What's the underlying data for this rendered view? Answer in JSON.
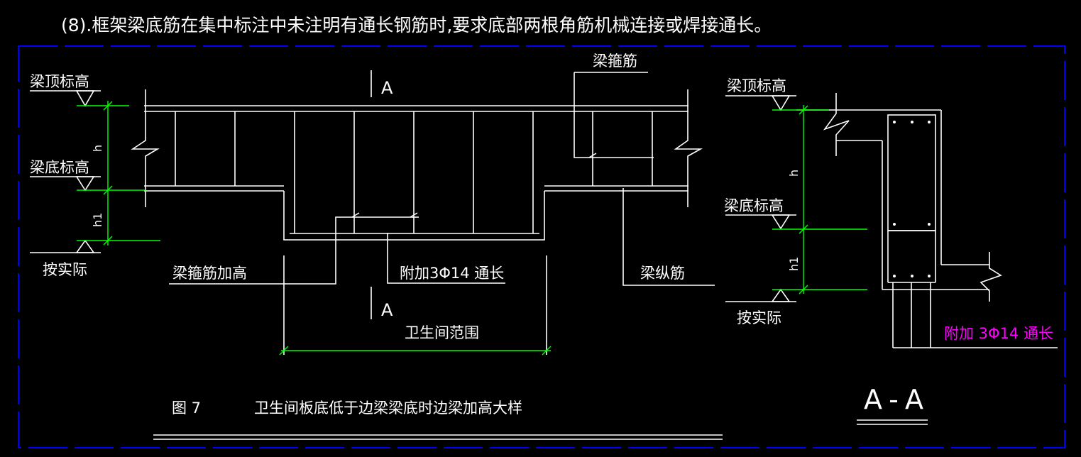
{
  "heading": "(8).框架梁底筋在集中标注中未注明有通长钢筋时,要求底部两根角筋机械连接或焊接通长。",
  "labels": {
    "beam_top_elev": "梁顶标高",
    "beam_bottom_elev": "梁底标高",
    "as_actual": "按实际",
    "stirrup": "梁箍筋",
    "stirrup_raise": "梁箍筋加高",
    "extra_bars": "附加3Φ14 通长",
    "long_bars": "梁纵筋",
    "bathroom_range": "卫生间范围",
    "section_mark": "A",
    "dim_h": "h",
    "dim_h1": "h1"
  },
  "section": {
    "beam_top_elev": "梁顶标高",
    "beam_bottom_elev": "梁底标高",
    "as_actual": "按实际",
    "extra_bars": "附加 3Φ14 通长",
    "title": "A-A",
    "dim_h": "h",
    "dim_h1": "h1"
  },
  "caption": {
    "figure_no": "图 7",
    "title": "卫生间板底低于边梁梁底时边梁加高大样"
  },
  "colors": {
    "background": "#000000",
    "line": "#ffffff",
    "dimension": "#00ff00",
    "frame": "#0000ff",
    "highlight": "#ff00ff"
  }
}
